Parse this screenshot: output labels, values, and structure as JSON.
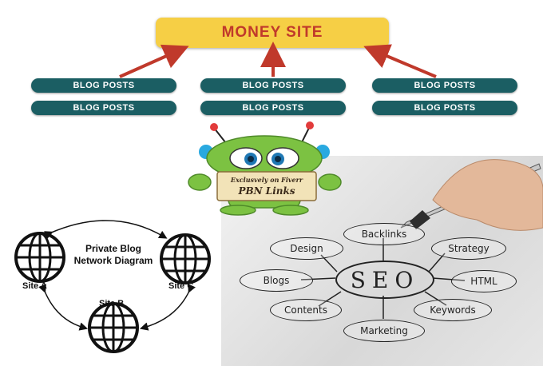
{
  "money_site": {
    "label": "MONEY SITE"
  },
  "blog_posts": {
    "row1": [
      "BLOG POSTS",
      "BLOG POSTS",
      "BLOG POSTS"
    ],
    "row2": [
      "BLOG POSTS",
      "BLOG POSTS",
      "BLOG POSTS"
    ]
  },
  "mascot": {
    "line1": "Exclusvely on Fiverr",
    "line2": "PBN Links"
  },
  "pbn_diagram": {
    "title": "Private Blog Network Diagram",
    "site_a": "Site A",
    "site_b": "Site B",
    "site_c": "Site C"
  },
  "seo_map": {
    "center": "SEO",
    "nodes": {
      "backlinks": "Backlinks",
      "design": "Design",
      "strategy": "Strategy",
      "blogs": "Blogs",
      "html": "HTML",
      "contents": "Contents",
      "keywords": "Keywords",
      "marketing": "Marketing"
    }
  },
  "colors": {
    "money_bg": "#f6cf45",
    "money_text": "#c0392b",
    "pill_bg": "#1b5e63",
    "arrow": "#c0392b",
    "mascot_green": "#7cc242"
  }
}
